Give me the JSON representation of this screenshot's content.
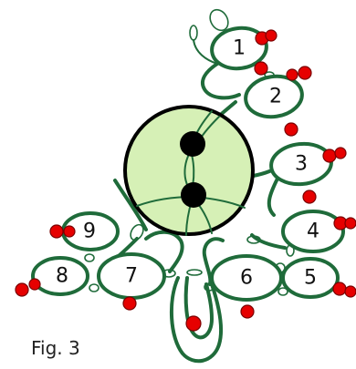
{
  "figure": {
    "caption": "Fig. 3",
    "colors": {
      "cord": "#1f6b3a",
      "button_fill": "#d6f0b6",
      "button_hole": "#000000",
      "bead": "#e60000"
    },
    "rings": [
      {
        "label": "1"
      },
      {
        "label": "2"
      },
      {
        "label": "3"
      },
      {
        "label": "4"
      },
      {
        "label": "5"
      },
      {
        "label": "6"
      },
      {
        "label": "7"
      },
      {
        "label": "8"
      },
      {
        "label": "9"
      }
    ]
  }
}
